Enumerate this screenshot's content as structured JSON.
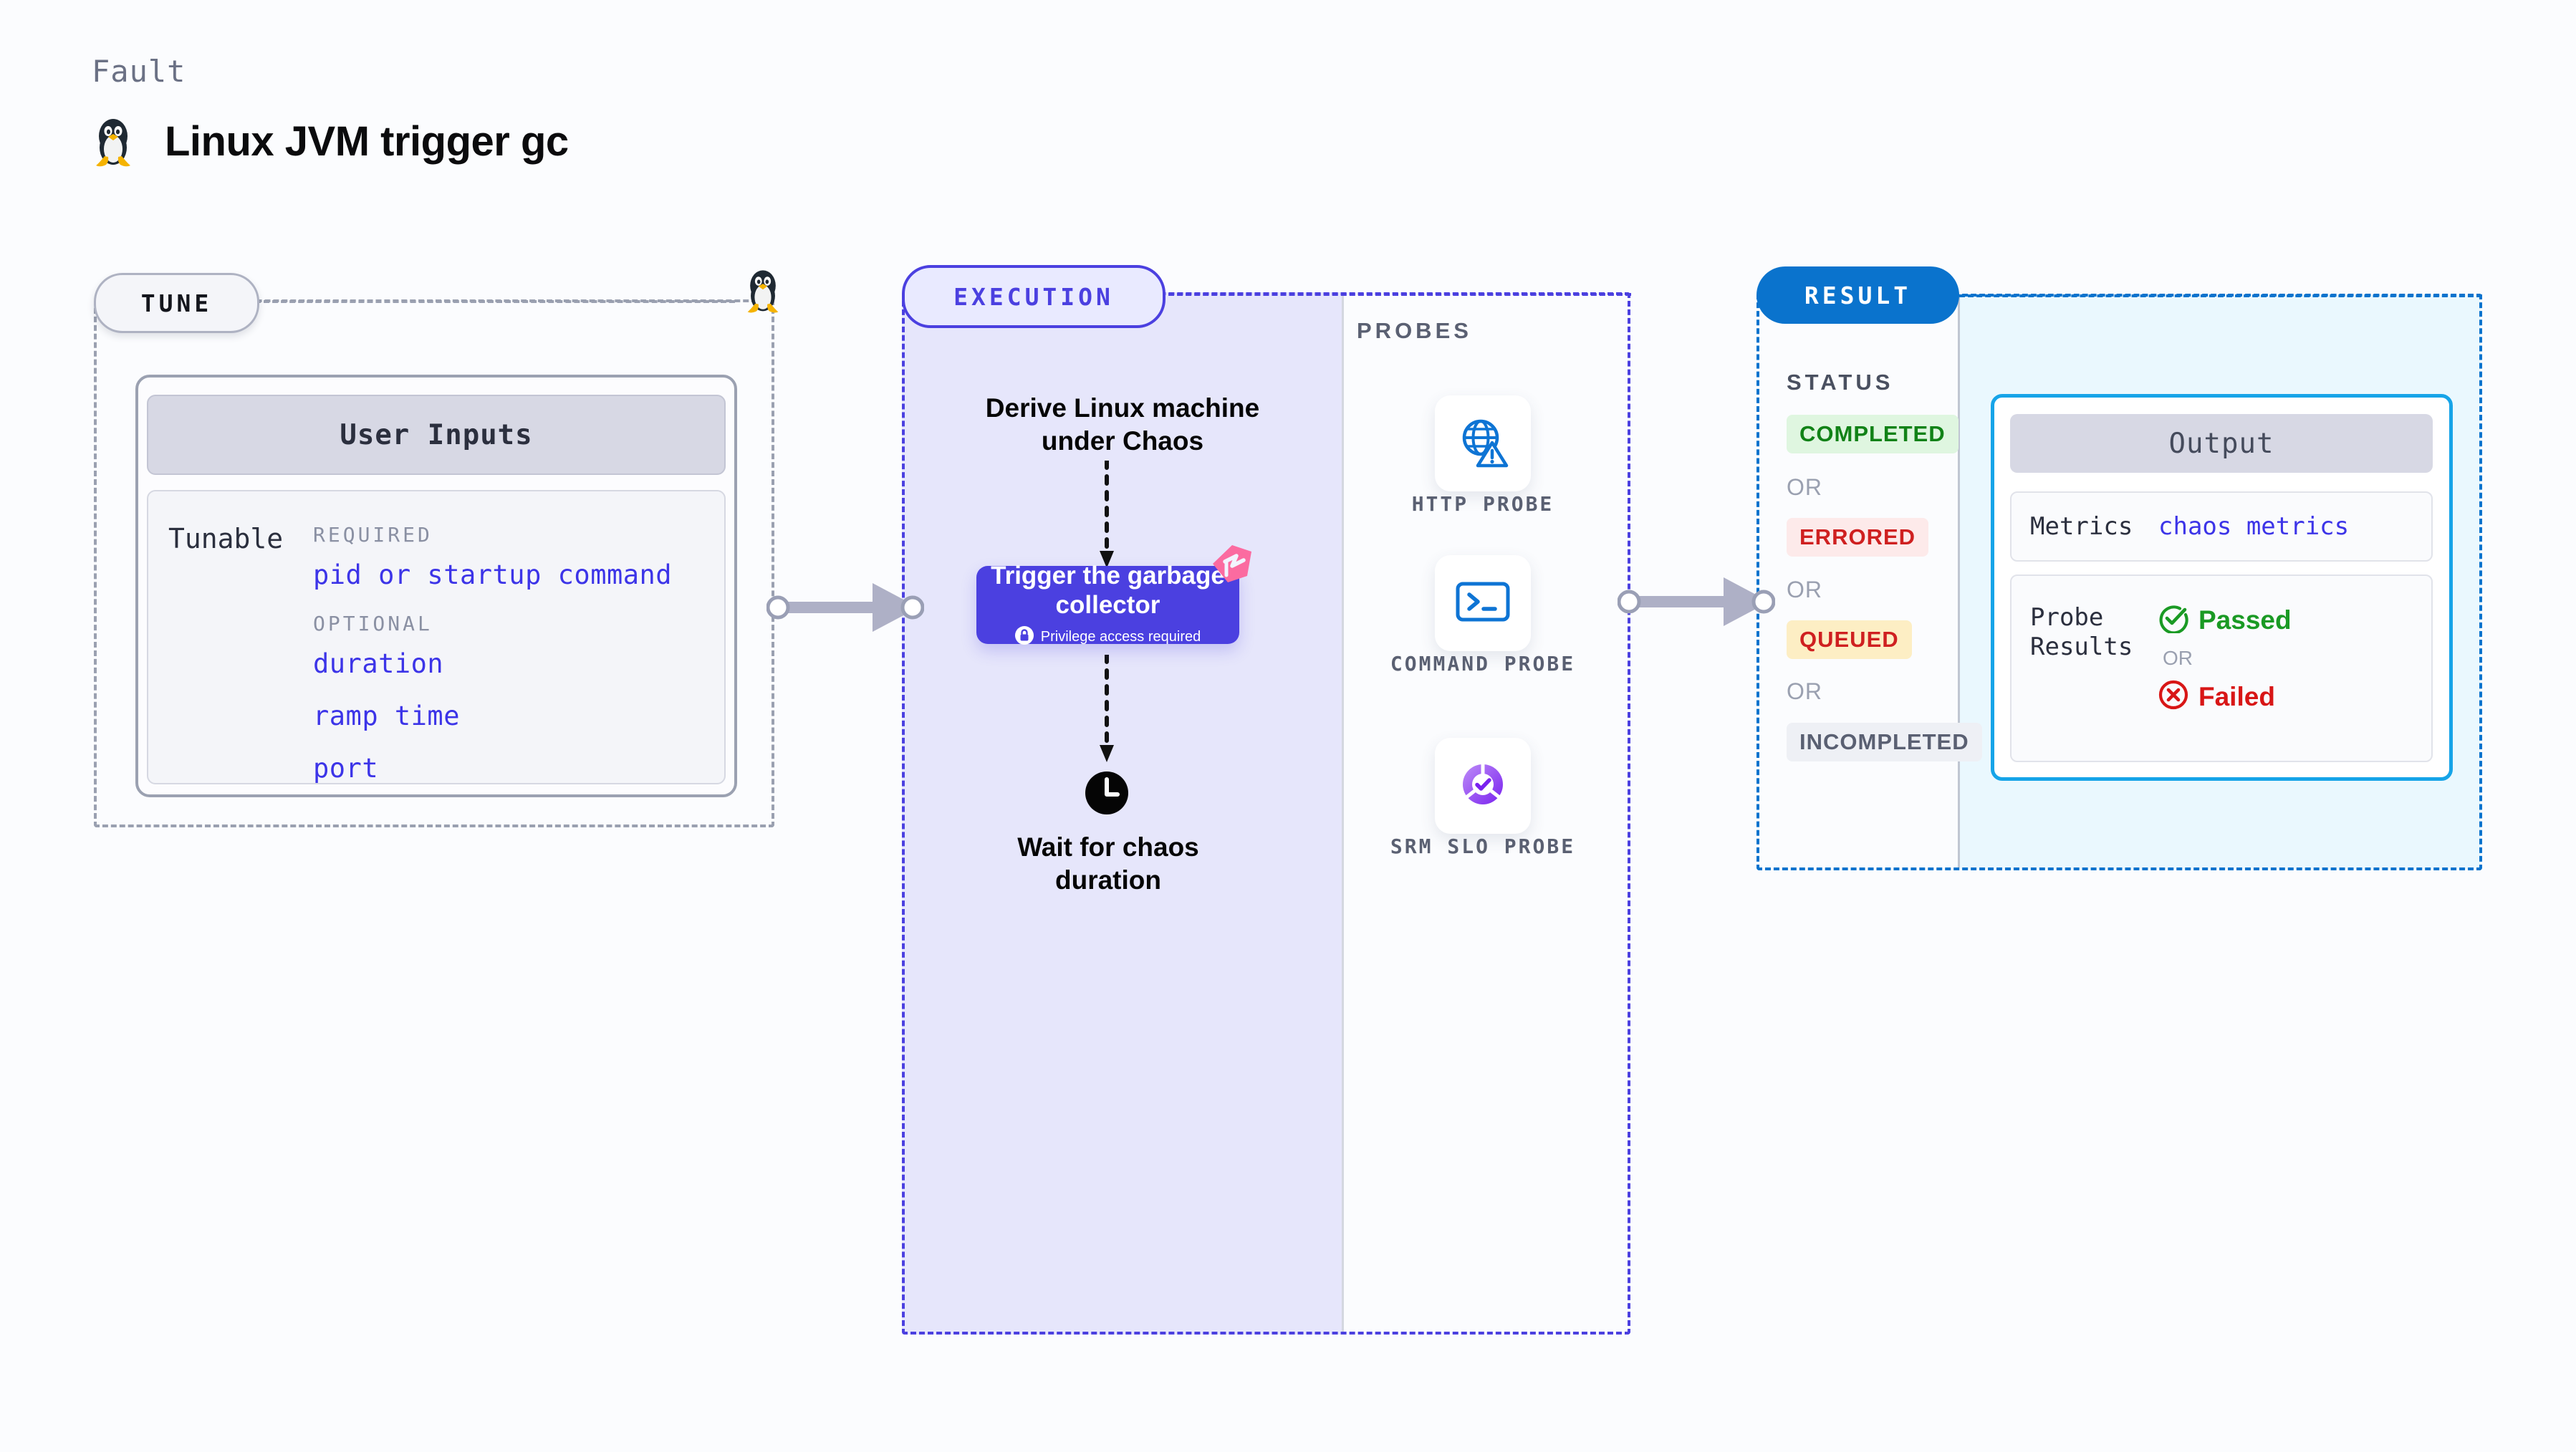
{
  "header": {
    "kicker": "Fault",
    "title": "Linux JVM trigger gc",
    "icon": "linux-penguin-icon"
  },
  "tune": {
    "pill_label": "TUNE",
    "card_header": "User Inputs",
    "tunable_label": "Tunable",
    "groups": [
      {
        "label": "REQUIRED",
        "fields": [
          "pid or startup command"
        ]
      },
      {
        "label": "OPTIONAL",
        "fields": [
          "duration",
          "ramp time",
          "port"
        ]
      }
    ]
  },
  "execution": {
    "pill_label": "EXECUTION",
    "derive_step": "Derive Linux machine under Chaos",
    "trigger_step": {
      "title": "Trigger the garbage collector",
      "note": "Privilege access required",
      "note_icon": "lock-icon",
      "badge_icon": "chaos-badge-icon"
    },
    "wait_step": "Wait for chaos duration",
    "wait_icon": "clock-icon"
  },
  "probes": {
    "label": "PROBES",
    "items": [
      {
        "caption": "HTTP PROBE",
        "icon": "globe-warning-icon"
      },
      {
        "caption": "COMMAND PROBE",
        "icon": "terminal-icon"
      },
      {
        "caption": "SRM SLO PROBE",
        "icon": "slo-check-icon"
      }
    ]
  },
  "result": {
    "pill_label": "RESULT",
    "status_label": "STATUS",
    "or_label": "OR",
    "statuses": [
      {
        "label": "COMPLETED",
        "bg": "#dff6e0",
        "fg": "#118217"
      },
      {
        "label": "ERRORED",
        "bg": "#fdeaea",
        "fg": "#cf2020"
      },
      {
        "label": "QUEUED",
        "bg": "#fdeec4",
        "fg": "#cf2020"
      },
      {
        "label": "INCOMPLETED",
        "bg": "#eef0f5",
        "fg": "#5a6072"
      }
    ]
  },
  "output": {
    "header": "Output",
    "metrics_label": "Metrics",
    "metrics_value": "chaos metrics",
    "probe_results_label": "Probe Results",
    "or_label": "OR",
    "passed_label": "Passed",
    "failed_label": "Failed",
    "passed_icon": "check-circle-icon",
    "failed_icon": "x-circle-icon"
  },
  "colors": {
    "accent_purple": "#4b40e0",
    "accent_blue": "#0a73cd",
    "accent_cyan": "#16a4e8",
    "link": "#3c34e8",
    "pink_badge": "#fb6ba0",
    "grey_dash": "#9aa0b0",
    "arrow_grey": "#aeb0c6"
  }
}
